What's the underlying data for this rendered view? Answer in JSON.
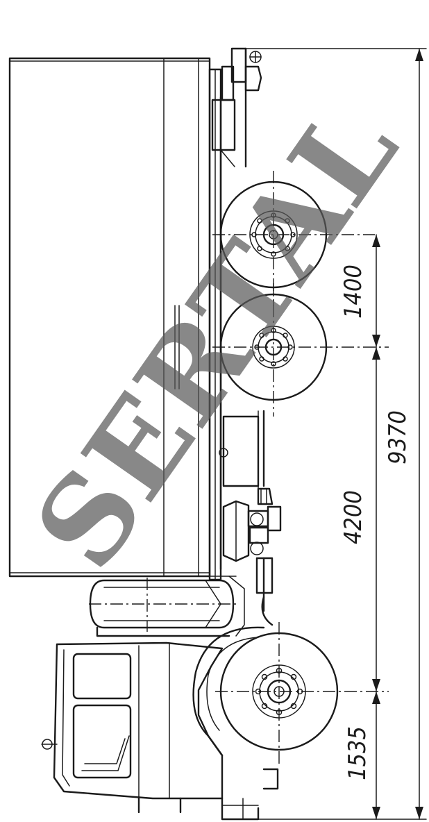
{
  "dimensions": {
    "axle_spacing": "1400",
    "overall_length": "9370",
    "wheelbase": "4200",
    "front_overhang": "1535"
  },
  "watermark": {
    "text": "SERTAL"
  },
  "colors": {
    "line": "#1b1b1b",
    "background": "#ffffff",
    "watermark": "#5a5a5a"
  }
}
